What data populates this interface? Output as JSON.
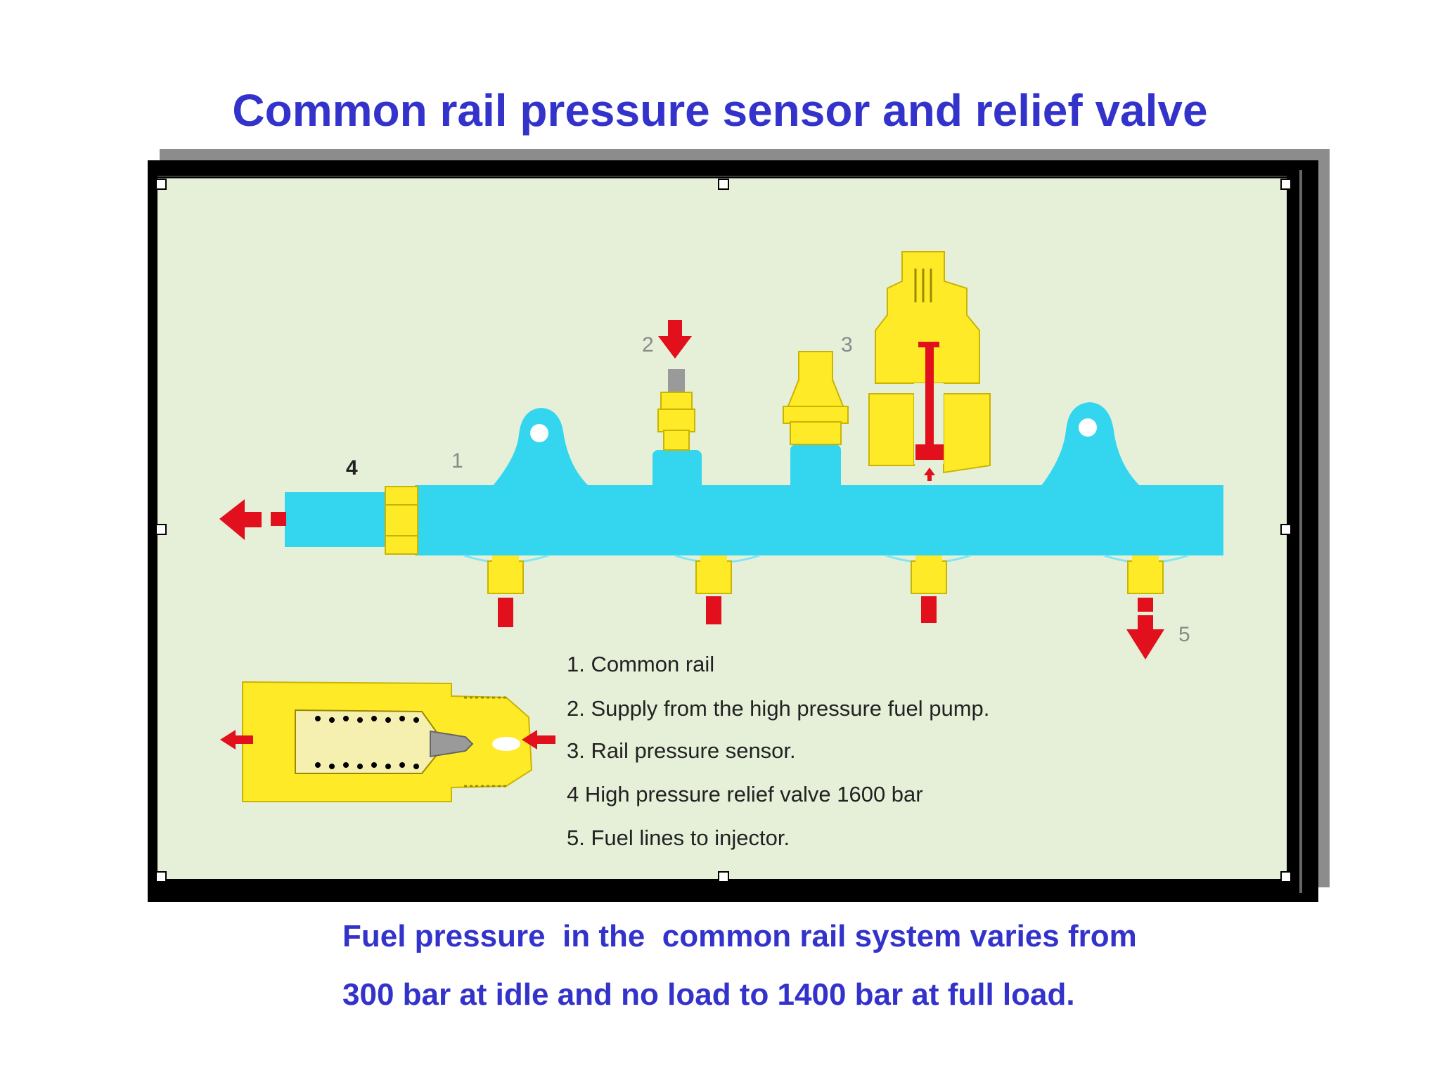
{
  "title": "Common rail pressure sensor and relief valve",
  "colors": {
    "title": "#3333cc",
    "caption": "#3333cc",
    "panel_bg": "#e6f0d8",
    "rail": "#33d6ee",
    "fittings": "#ffea28",
    "arrows": "#e2101c",
    "frame": "#000000",
    "shadow": "#8c8c8c"
  },
  "diagram": {
    "callouts": {
      "c1": "1",
      "c2": "2",
      "c3": "3",
      "c4": "4",
      "c5": "5"
    },
    "legend": [
      "1. Common rail",
      "2. Supply from the high pressure fuel pump.",
      "3. Rail pressure sensor.",
      "4 High pressure relief valve 1600 bar",
      "5.  Fuel lines to injector."
    ]
  },
  "caption": {
    "line1": "Fuel pressure  in the  common rail system varies from",
    "line2": "300 bar at idle and no load to 1400 bar at full load."
  }
}
